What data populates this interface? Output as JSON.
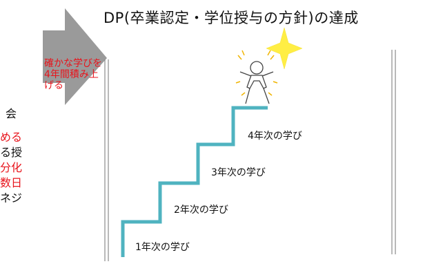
{
  "title": "DP(卒業認定・学位授与の方針)の達成",
  "arrow_text": [
    "確かな学びを",
    "4年間積み上",
    "げる"
  ],
  "left_text": [
    {
      "text": "会",
      "color": "#111111"
    },
    {
      "text": "める",
      "color": "#e8141c"
    },
    {
      "text": "る授",
      "color": "#111111"
    },
    {
      "text": "分化",
      "color": "#e8141c"
    },
    {
      "text": "数日",
      "color": "#e8141c"
    },
    {
      "text": "ネジ",
      "color": "#111111"
    }
  ],
  "steps": [
    "1年次の学び",
    "2年次の学び",
    "3年次の学び",
    "4年次の学び"
  ],
  "colors": {
    "stair": "#4fb3c0",
    "arrow": "#9a9a9a",
    "star": "#ffee44",
    "accent_text": "#e8141c"
  }
}
